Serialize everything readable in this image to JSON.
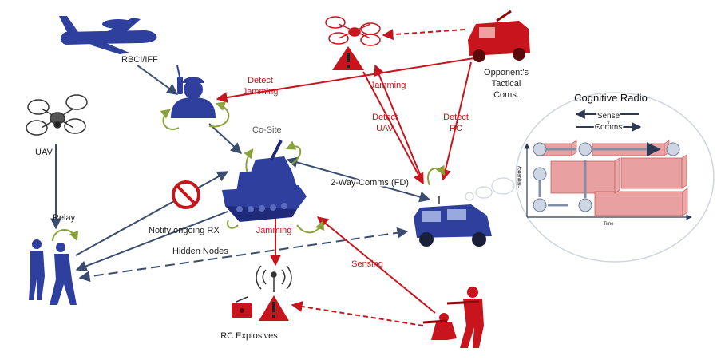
{
  "labels": {
    "rbci_iff": "RBCI/IFF",
    "uav": "UAV",
    "relay": "Relay",
    "detect_jamming_line1": "Detect",
    "detect_jamming_line2": "Jamming",
    "co_site": "Co-Site",
    "two_way_comms": "2-Way-Comms (FD)",
    "notify_ongoing_rx": "Notify ongoing RX",
    "hidden_nodes": "Hidden Nodes",
    "jamming_top": "Jamming",
    "jamming_bottom": "Jamming",
    "detect_uav_line1": "Detect",
    "detect_uav_line2": "UAV",
    "detect_rc_line1": "Detect",
    "detect_rc_line2": "RC",
    "opponent_line1": "Opponent's",
    "opponent_line2": "Tactical",
    "opponent_line3": "Coms.",
    "sensing": "Sensing",
    "rc_explosives": "RC Explosives"
  },
  "cognitive_radio": {
    "title": "Cognitive Radio",
    "sense": "Sense",
    "x": "x",
    "comms": "Comms",
    "y_axis": "Frequency",
    "x_axis": "Time"
  },
  "colors": {
    "friendly": "#2e3f9e",
    "friendly_dark": "#1f2a78",
    "threat": "#c8141c",
    "arrow_blue": "#3b4d6e",
    "arrow_red": "#c8141c",
    "loop_green": "#8aa23a",
    "spectrum_block": "#e8a0a0"
  },
  "icons": [
    "aircraft-icon",
    "soldier-radio-icon",
    "drone-icon",
    "tank-icon",
    "military-vehicle-icon",
    "enemy-truck-icon",
    "enemy-drone-icon",
    "warning-triangle-icon",
    "no-entry-icon",
    "soldiers-icon",
    "enemy-soldiers-icon",
    "explosive-box-icon",
    "antenna-icon"
  ]
}
